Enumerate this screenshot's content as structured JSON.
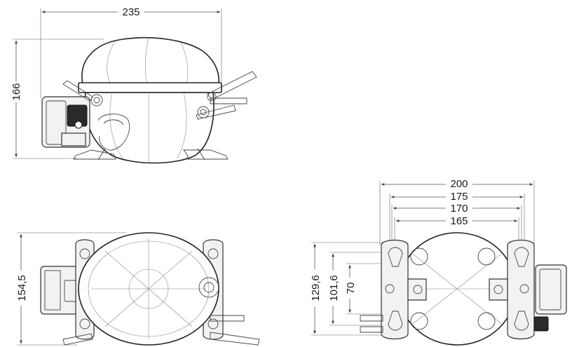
{
  "dimensions": {
    "side_width": "235",
    "side_height": "166",
    "top_height": "154,5",
    "mount_200": "200",
    "mount_175": "175",
    "mount_170": "170",
    "mount_165": "165",
    "mount_129": "129,6",
    "mount_101": "101,6",
    "mount_70": "70"
  }
}
